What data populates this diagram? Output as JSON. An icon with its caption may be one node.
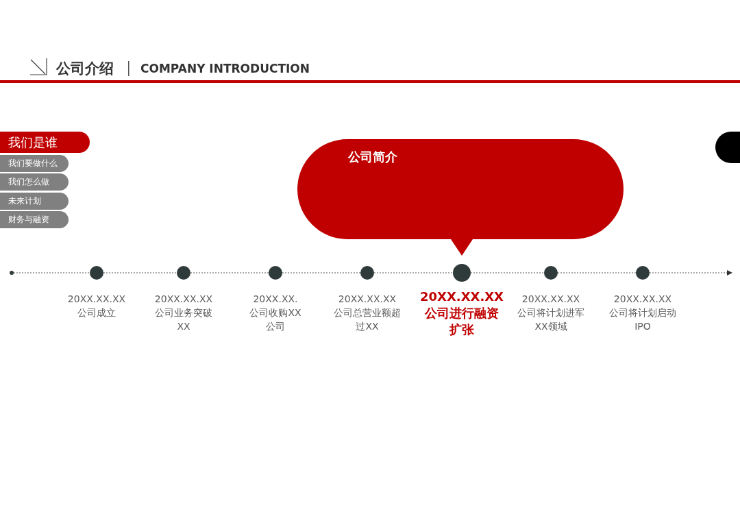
{
  "diagram": {
    "title": "公司介绍",
    "nodes": [
      {
        "text": [
          "我们是谁"
        ]
      },
      {
        "text": [
          "我们要做什么"
        ]
      },
      {
        "text": [
          "我们怎么做"
        ]
      },
      {
        "text": [
          "未来计划"
        ]
      },
      {
        "text": [
          "财务与融资"
        ]
      },
      {
        "text": [
          "公司简介"
        ]
      },
      {
        "text": [],
        "shape": "box"
      },
      {
        "text": [],
        "shape": "circle"
      },
      {
        "text": [],
        "shape": "circle",
        "beside": [
          "20XX.XX.XX",
          "公司成立"
        ]
      },
      {
        "text": [],
        "shape": "circle",
        "beside": [
          "20XX.XX.XX",
          "公司业务突破XX"
        ]
      },
      {
        "text": [],
        "shape": "circle",
        "beside": [
          "20XX.XX.",
          "公司收购XX公司"
        ]
      },
      {
        "text": [],
        "shape": "circle",
        "beside": [
          "20XX.XX.XX",
          "公司总营业额超过XX"
        ]
      },
      {
        "text": [],
        "shape": "circle",
        "beside": [
          "20XX.XX.XX",
          "公司进行融资扩张"
        ]
      },
      {
        "text": [],
        "shape": "circle",
        "beside": [
          "20XX.XX.XX",
          "公司将计划进军XX领域"
        ]
      },
      {
        "text": [],
        "shape": "circle",
        "beside": [
          "20XX.XX.XX",
          "公司将计划启动IPO"
        ]
      }
    ],
    "edges": [
      {
        "from": 7,
        "to": 8,
        "arrow": "none",
        "style": "dashed"
      },
      {
        "from": 8,
        "to": 9,
        "arrow": "none",
        "style": "dashed"
      },
      {
        "from": 9,
        "to": 10,
        "arrow": "none",
        "style": "dashed"
      },
      {
        "from": 10,
        "to": 11,
        "arrow": "none",
        "style": "dashed"
      },
      {
        "from": 11,
        "to": 12,
        "arrow": "none",
        "style": "dashed"
      },
      {
        "from": 12,
        "to": 13,
        "arrow": "none",
        "style": "dashed"
      },
      {
        "from": 13,
        "to": 14,
        "arrow": "none",
        "style": "dashed"
      },
      {
        "from": 14,
        "to": null,
        "arrow": "to",
        "style": "dashed"
      }
    ],
    "labels": [
      "COMPANY INTRODUCTION"
    ]
  }
}
